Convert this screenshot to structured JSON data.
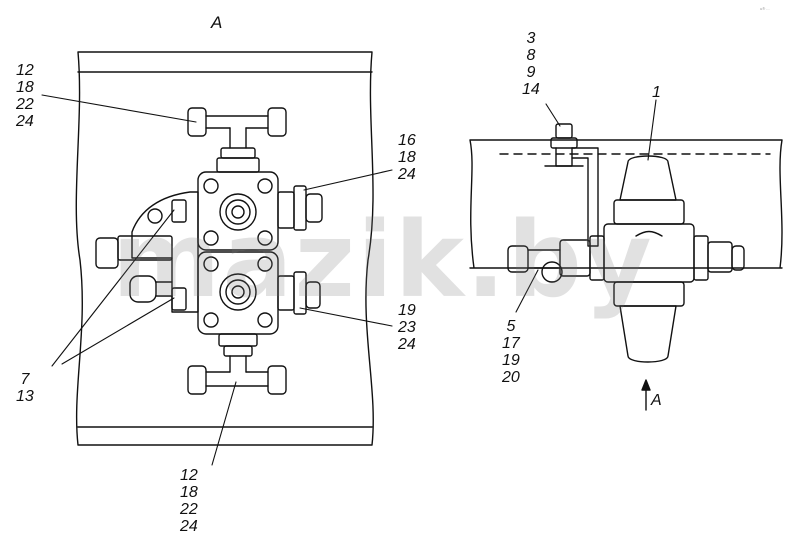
{
  "view_label": "A",
  "watermark": "mazik.by",
  "corner_mark": "u® ...",
  "callouts": {
    "left_top": [
      "12",
      "18",
      "22",
      "24"
    ],
    "left_right_upper": [
      "16",
      "18",
      "24"
    ],
    "left_right_lower": [
      "19",
      "23",
      "24"
    ],
    "left_left": [
      "7",
      "13"
    ],
    "left_bottom": [
      "12",
      "18",
      "22",
      "24"
    ],
    "right_top": [
      "3",
      "8",
      "9",
      "14"
    ],
    "right_one": [
      "1"
    ],
    "right_bottom": [
      "5",
      "17",
      "19",
      "20"
    ],
    "arrow_label": "A"
  }
}
